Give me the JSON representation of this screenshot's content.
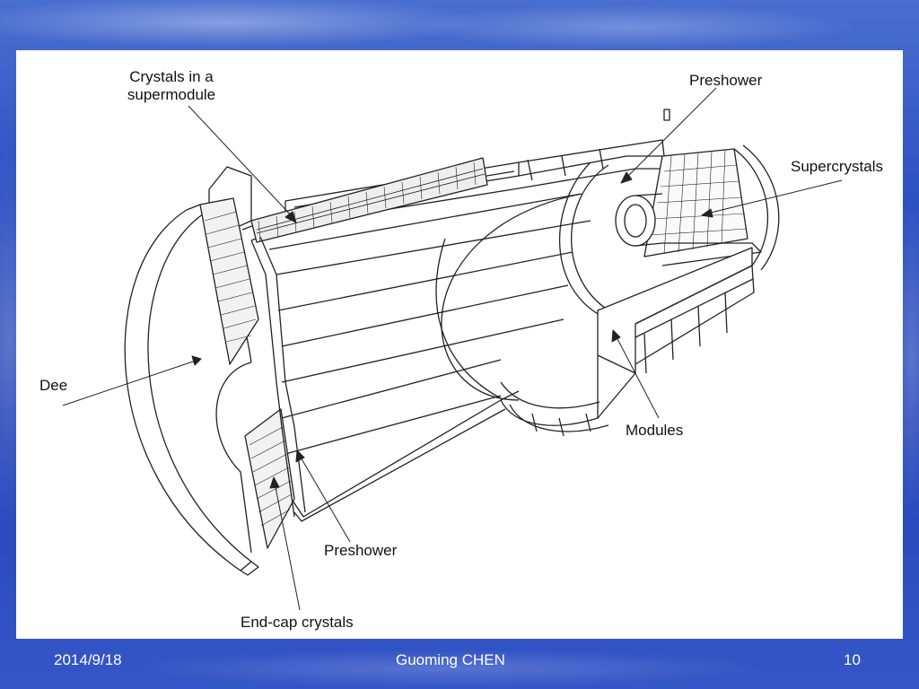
{
  "diagram": {
    "labels": {
      "crystals_supermodule_line1": "Crystals in a",
      "crystals_supermodule_line2": "supermodule",
      "preshower_top": "Preshower",
      "supercrystals": "Supercrystals",
      "dee": "Dee",
      "modules": "Modules",
      "preshower_bottom": "Preshower",
      "endcap_crystals": "End-cap crystals"
    }
  },
  "footer": {
    "date": "2014/9/18",
    "author": "Guoming CHEN",
    "page": "10"
  },
  "colors": {
    "background": "#2c4fc0",
    "panel": "#ffffff",
    "line": "#222222",
    "footer_text": "#ffffff"
  }
}
